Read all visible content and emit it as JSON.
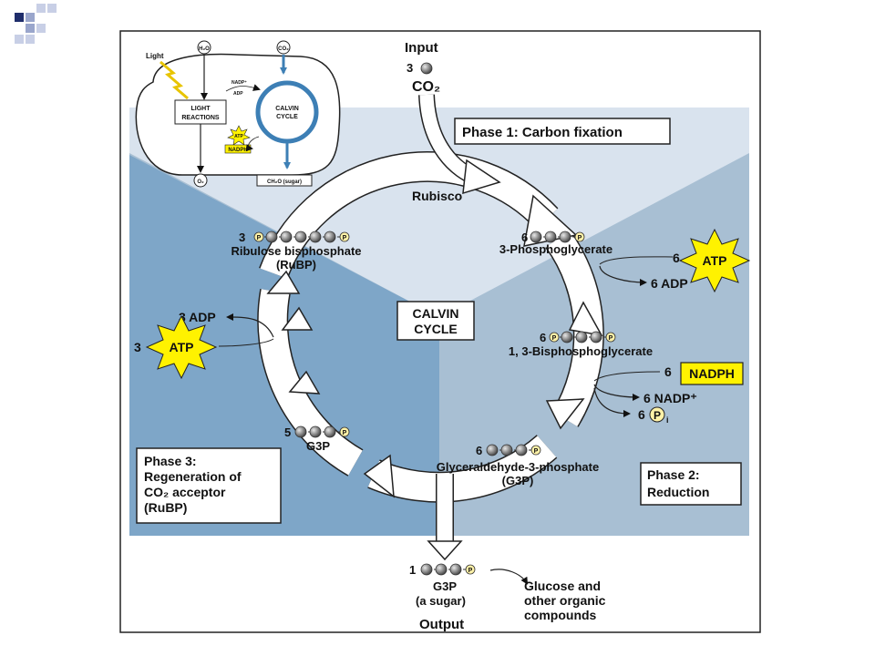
{
  "inset": {
    "light": "Light",
    "h2o": "H₂O",
    "co2": "CO₂",
    "light_reactions": [
      "LIGHT",
      "REACTIONS"
    ],
    "calvin_cycle": [
      "CALVIN",
      "CYCLE"
    ],
    "nadp": "NADP⁺",
    "adp": "ADP",
    "atp": "ATP",
    "nadph": "NADPH",
    "o2": "O₂",
    "sugar": "CH₂O (sugar)"
  },
  "input": {
    "title": "Input",
    "count": "3",
    "molecule": "CO₂"
  },
  "center": {
    "line1": "CALVIN",
    "line2": "CYCLE"
  },
  "rubisco": "Rubisco",
  "phases": {
    "phase1": "Phase 1: Carbon fixation",
    "phase2": [
      "Phase 2:",
      "Reduction"
    ],
    "phase3": [
      "Phase 3:",
      "Regeneration of",
      "CO₂ acceptor",
      "(RuBP)"
    ]
  },
  "molecules": {
    "pga": {
      "count": "6",
      "name": "3-Phosphoglycerate"
    },
    "bpg": {
      "count": "6",
      "name": "1, 3-Bisphosphoglycerate"
    },
    "g3p_out": {
      "count": "6",
      "name": "Glyceraldehyde-3-phosphate",
      "abbr": "(G3P)"
    },
    "g3p_5": {
      "count": "5",
      "name": "G3P"
    },
    "rubp": {
      "count": "3",
      "name": "Ribulose bisphosphate",
      "abbr": "(RuBP)"
    }
  },
  "cofactors": {
    "atp_phase1": {
      "count": "6",
      "label": "ATP",
      "product": "6 ADP"
    },
    "nadph_phase2": {
      "count": "6",
      "label": "NADPH",
      "product": "6 NADP⁺",
      "pi": "6",
      "pi_symbol": "P",
      "pi_sub": "i"
    },
    "atp_phase3": {
      "count": "3",
      "label": "ATP",
      "product": "3 ADP"
    }
  },
  "output": {
    "count": "1",
    "molecule": "G3P",
    "note": "(a sugar)",
    "title": "Output",
    "products": [
      "Glucose and",
      "other organic",
      "compounds"
    ]
  },
  "phosphate_symbol": "P",
  "colors": {
    "phase1_bg": "#d9e3ee",
    "phase2_bg": "#a8bfd3",
    "phase3_bg": "#7ea6c8",
    "arrow_fill": "#ffffff",
    "molecule": "#8a8a8a",
    "phosphate": "#fff2a8",
    "atp_star": "#fff200",
    "inset_cycle": "#3d7fb5",
    "corner_navy": "#1f2d6b",
    "corner_light": "#9aa6cc"
  }
}
